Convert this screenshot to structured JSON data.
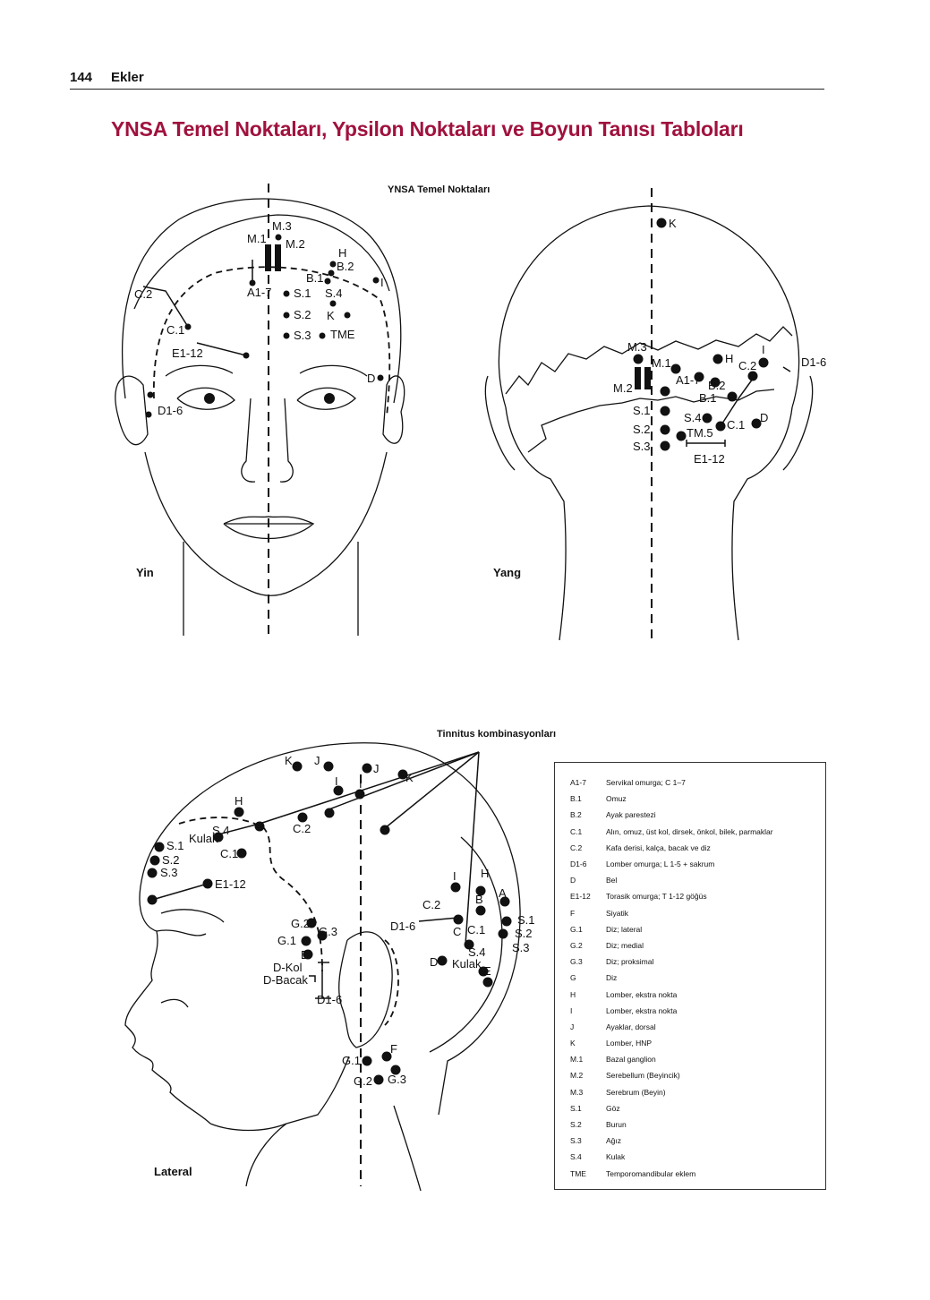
{
  "header": {
    "page_number": "144",
    "running_head": "Ekler"
  },
  "title": "YNSA Temel Noktaları, Ypsilon Noktaları ve Boyun Tanısı Tabloları",
  "figure_top": {
    "title": "YNSA Temel Noktaları",
    "yin": {
      "caption": "Yin",
      "labels": [
        "M.3",
        "M.1",
        "M.2",
        "H",
        "B.2",
        "B.1",
        "I",
        "C.2",
        "A1-7",
        "S.1",
        "S.4",
        "S.2",
        "K",
        "S.3",
        "TME",
        "C.1",
        "E1-12",
        "D",
        "D1-6"
      ]
    },
    "yang": {
      "caption": "Yang",
      "labels": [
        "K",
        "M.3",
        "M.1",
        "H",
        "I",
        "C.2",
        "D1-6",
        "M.2",
        "A1-7",
        "B.2",
        "B.1",
        "S.1",
        "S.4",
        "C.1",
        "D",
        "S.2",
        "TM.5",
        "S.3",
        "E1-12"
      ]
    }
  },
  "figure_bottom": {
    "title": "Tinnitus kombinasyonları",
    "caption": "Lateral",
    "labels": [
      "K",
      "J",
      "J",
      "K",
      "I",
      "I",
      "H",
      "S.4",
      "Kulak",
      "C.2",
      "C.1",
      "S.1",
      "S.2",
      "S.3",
      "E1-12",
      "G.2",
      "G.3",
      "G.1",
      "D",
      "D-Kol",
      "D-Bacak",
      "D1-6",
      "C.2",
      "D1-6",
      "I",
      "H",
      "B",
      "A",
      "S.1",
      "C",
      "C.1",
      "S.2",
      "S.3",
      "S.4",
      "D",
      "Kulak",
      "E",
      "G.1",
      "F",
      "G.2",
      "G.3"
    ]
  },
  "legend": [
    {
      "code": "A1-7",
      "desc": "Servikal omurga; C 1–7"
    },
    {
      "code": "B.1",
      "desc": "Omuz"
    },
    {
      "code": "B.2",
      "desc": "Ayak parestezi"
    },
    {
      "code": "C.1",
      "desc": "Alın, omuz, üst kol, dirsek, önkol, bilek, parmaklar"
    },
    {
      "code": "C.2",
      "desc": "Kafa derisi, kalça, bacak ve diz"
    },
    {
      "code": "D1-6",
      "desc": "Lomber omurga; L 1-5 + sakrum"
    },
    {
      "code": "D",
      "desc": "Bel"
    },
    {
      "code": "E1-12",
      "desc": "Torasik omurga; T 1-12 göğüs"
    },
    {
      "code": "F",
      "desc": "Siyatik"
    },
    {
      "code": "G.1",
      "desc": "Diz; lateral"
    },
    {
      "code": "G.2",
      "desc": "Diz; medial"
    },
    {
      "code": "G.3",
      "desc": "Diz; proksimal"
    },
    {
      "code": "G",
      "desc": "Diz"
    },
    {
      "code": "H",
      "desc": "Lomber, ekstra nokta"
    },
    {
      "code": "I",
      "desc": "Lomber, ekstra nokta"
    },
    {
      "code": "J",
      "desc": "Ayaklar, dorsal"
    },
    {
      "code": "K",
      "desc": "Lomber, HNP"
    },
    {
      "code": "M.1",
      "desc": "Bazal ganglion"
    },
    {
      "code": "M.2",
      "desc": "Serebellum (Beyincik)"
    },
    {
      "code": "M.3",
      "desc": "Serebrum (Beyin)"
    },
    {
      "code": "S.1",
      "desc": "Göz"
    },
    {
      "code": "S.2",
      "desc": "Burun"
    },
    {
      "code": "S.3",
      "desc": "Ağız"
    },
    {
      "code": "S.4",
      "desc": "Kulak"
    },
    {
      "code": "TME",
      "desc": "Temporomandibular eklem"
    }
  ]
}
